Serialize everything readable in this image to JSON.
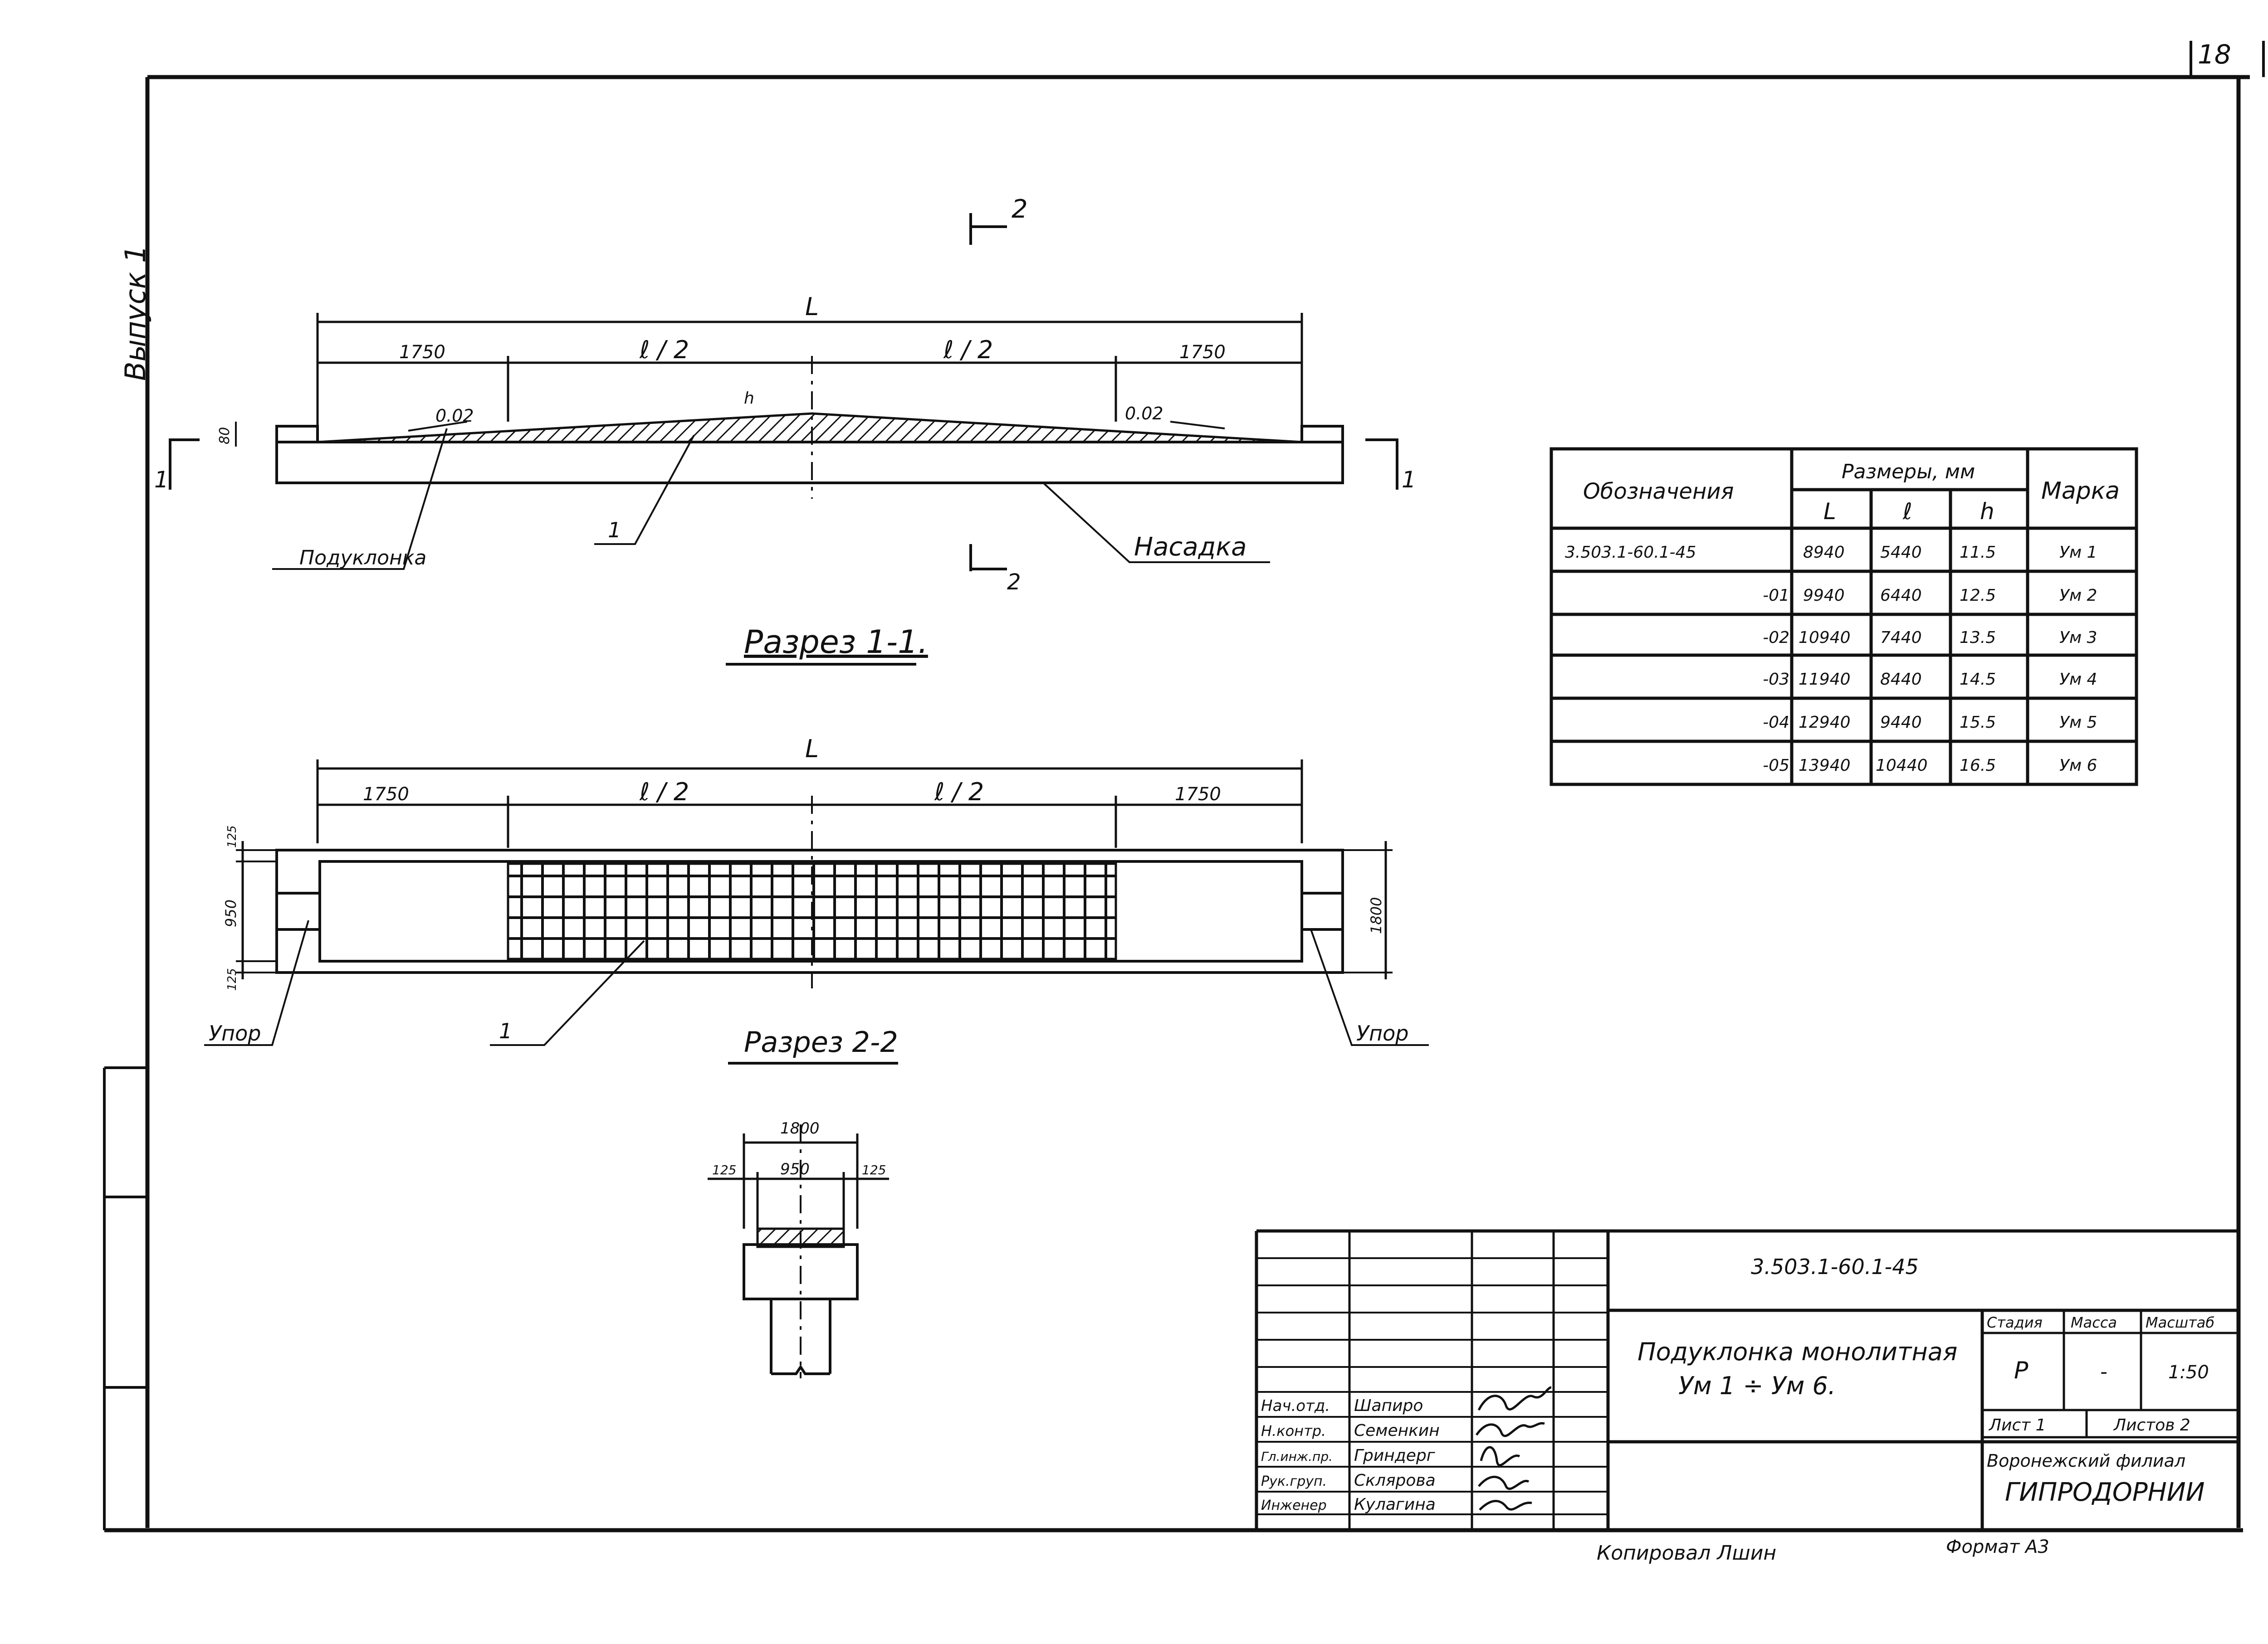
{
  "sheet": {
    "page_number": "18",
    "release_label": "Выпуск 1",
    "copied_by": "Копировал Лшин",
    "format": "Формат А3"
  },
  "section_marks": {
    "cut_1": "1",
    "cut_2": "2"
  },
  "section_1_1": {
    "title": "Разрез 1-1.",
    "dim_total": "L",
    "dim_end": "1750",
    "dim_half": "ℓ / 2",
    "dim_h": "h",
    "dim_small": "80",
    "slope": "0.02",
    "leader_podklonka": "Подуклонка",
    "leader_nasadka": "Насадка",
    "leader_item": "1"
  },
  "section_2_2": {
    "title": "Разрез 2-2",
    "dim_total": "L",
    "dim_end": "1750",
    "dim_half": "ℓ / 2",
    "dim_width": "1800",
    "dim_inner": "950",
    "dim_edge": "125",
    "leader_upor": "Упор",
    "leader_item": "1"
  },
  "cross_section": {
    "dim_total": "1800",
    "dim_inner": "950",
    "dim_left": "125",
    "dim_right": "125"
  },
  "spec_table": {
    "header_designation": "Обозначения",
    "header_sizes": "Размеры, мм",
    "header_mark": "Марка",
    "sub_headers": [
      "L",
      "ℓ",
      "h"
    ],
    "rows": [
      {
        "designation": "3.503.1-60.1-45",
        "L": "8940",
        "l": "5440",
        "h": "11.5",
        "mark": "Ум 1"
      },
      {
        "designation": "-01",
        "L": "9940",
        "l": "6440",
        "h": "12.5",
        "mark": "Ум 2"
      },
      {
        "designation": "-02",
        "L": "10940",
        "l": "7440",
        "h": "13.5",
        "mark": "Ум 3"
      },
      {
        "designation": "-03",
        "L": "11940",
        "l": "8440",
        "h": "14.5",
        "mark": "Ум 4"
      },
      {
        "designation": "-04",
        "L": "12940",
        "l": "9440",
        "h": "15.5",
        "mark": "Ум 5"
      },
      {
        "designation": "-05",
        "L": "13940",
        "l": "10440",
        "h": "16.5",
        "mark": "Ум 6"
      }
    ]
  },
  "title_block": {
    "doc_code": "3.503.1-60.1-45",
    "title_line1": "Подуклонка  монолитная",
    "title_line2": "Ум 1  ÷  Ум 6.",
    "stage_label": "Стадия",
    "mass_label": "Масса",
    "scale_label": "Масштаб",
    "stage_value": "Р",
    "mass_value": "-",
    "scale_value": "1:50",
    "sheet_label": "Лист 1",
    "sheets_label": "Листов 2",
    "org_line1": "Воронежский филиал",
    "org_line2": "ГИПРОДОРНИИ",
    "signatures": [
      {
        "role": "Нач.отд.",
        "name": "Шапиро"
      },
      {
        "role": "Н.контр.",
        "name": "Семенкин"
      },
      {
        "role": "Гл.инж.пр.",
        "name": "Гриндерг"
      },
      {
        "role": "Рук.груп.",
        "name": "Склярова"
      },
      {
        "role": "Инженер",
        "name": "Кулагина"
      }
    ]
  }
}
